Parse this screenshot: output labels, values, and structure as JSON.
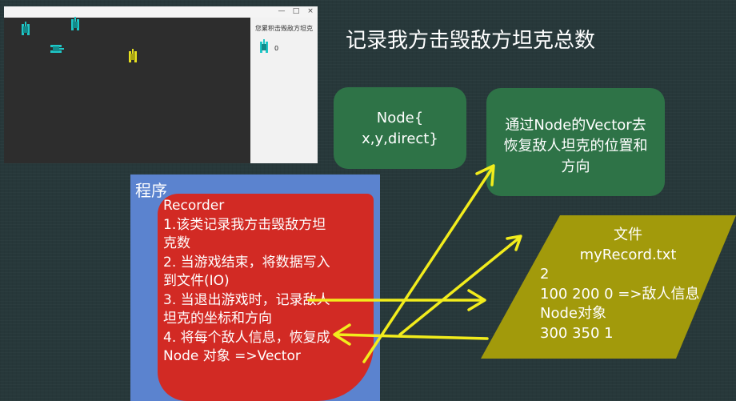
{
  "title": "记录我方击毁敌方坦克总数",
  "game_window": {
    "controls": [
      "—",
      "□",
      "×"
    ],
    "score_panel_label": "您累积击毁敌方坦克",
    "score_count": "0",
    "colors": {
      "canvas": "#2d2d2d",
      "enemy_tank": "#1fc7c7",
      "player_tank": "#e6e01f"
    }
  },
  "node_box": {
    "line1": "Node{",
    "line2": "x,y,direct}"
  },
  "vector_box": {
    "lines": [
      "通过Node的Vector去",
      "恢复敌人坦克的位置和",
      "方向"
    ]
  },
  "program": {
    "label": "程序",
    "lines": [
      "Recorder",
      "1.该类记录我方击毁敌方坦",
      "克数",
      "2. 当游戏结束，将数据写入",
      "到文件(IO)",
      "3. 当退出游戏时，记录敌人",
      "坦克的坐标和方向",
      "4. 将每个敌人信息，恢复成",
      "Node 对象 =>Vector"
    ]
  },
  "file_box": {
    "title": "文件",
    "filename": "myRecord.txt",
    "lines": [
      "2",
      "100 200 0 =>敌人信息",
      "Node对象",
      "300 350 1"
    ]
  },
  "colors": {
    "background": "#27383a",
    "green_box": "#2e7347",
    "program_box": "#5b83cf",
    "recorder_box": "#d22a24",
    "file_box": "#a29a0b",
    "arrow": "#f2ec1c"
  }
}
